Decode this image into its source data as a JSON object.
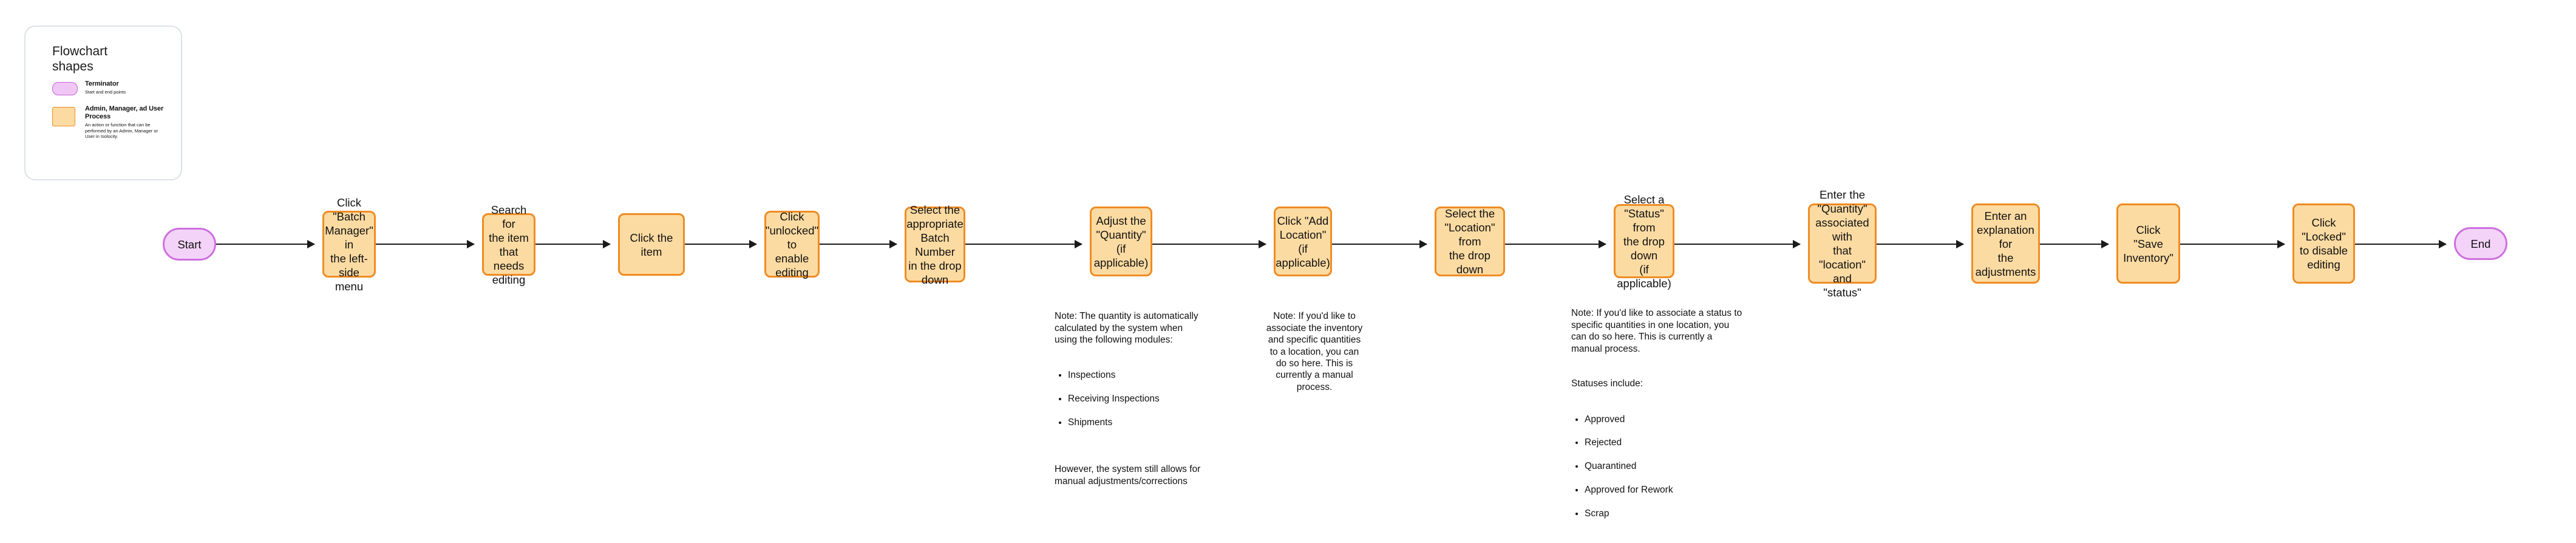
{
  "legend": {
    "title": "Flowchart\nshapes",
    "items": [
      {
        "shape": "terminator",
        "name": "Terminator",
        "description": "Start and end points"
      },
      {
        "shape": "process",
        "name": "Admin, Manager,\nad User Process",
        "description": "An action or function that can be performed by an Admin, Manager or User in Isolocity."
      }
    ]
  },
  "flow": {
    "nodes": [
      {
        "id": "start",
        "type": "terminator",
        "label": "Start"
      },
      {
        "id": "batch-manager",
        "type": "process",
        "label": "Click \"Batch\nManager\" in\nthe left-side\nmenu"
      },
      {
        "id": "search-item",
        "type": "process",
        "label": "Search for\nthe item that\nneeds editing"
      },
      {
        "id": "click-item",
        "type": "process",
        "label": "Click the item"
      },
      {
        "id": "unlock",
        "type": "process",
        "label": "Click\n\"unlocked\" to\nenable\nediting"
      },
      {
        "id": "batch-number",
        "type": "process",
        "label": "Select the\nappropriate\nBatch Number\nin the drop\ndown"
      },
      {
        "id": "adjust-qty",
        "type": "process",
        "label": "Adjust the\n\"Quantity\" (if\napplicable)"
      },
      {
        "id": "add-location",
        "type": "process",
        "label": "Click \"Add\nLocation\" (if\napplicable)"
      },
      {
        "id": "select-location",
        "type": "process",
        "label": "Select the\n\"Location\" from\nthe drop down"
      },
      {
        "id": "select-status",
        "type": "process",
        "label": "Select a\n\"Status\" from\nthe drop down\n(if applicable)"
      },
      {
        "id": "enter-qty",
        "type": "process",
        "label": "Enter the\n\"Quantity\"\nassociated with\nthat \"location\"\nand \"status\""
      },
      {
        "id": "explanation",
        "type": "process",
        "label": "Enter an\nexplanation for\nthe adjustments"
      },
      {
        "id": "save",
        "type": "process",
        "label": "Click \"Save\nInventory\""
      },
      {
        "id": "lock",
        "type": "process",
        "label": "Click \"Locked\"\nto disable\nediting"
      },
      {
        "id": "end",
        "type": "terminator",
        "label": "End"
      }
    ]
  },
  "notes": {
    "quantity": {
      "intro": "Note: The quantity is automatically\ncalculated by the system when\nusing the following modules:",
      "bullets": [
        "Inspections",
        "Receiving Inspections",
        "Shipments"
      ],
      "outro": "However, the system still allows for\nmanual adjustments/corrections"
    },
    "location": {
      "text": "Note: If you'd like to\nassociate the inventory\nand specific quantities\nto a location, you can\ndo so here.  This is\ncurrently a manual\nprocess."
    },
    "status": {
      "intro": "Note: If you'd like to associate a status to\nspecific quantities in one location, you\ncan do so here.  This is currently a\nmanual process.",
      "listHeader": "Statuses include:",
      "bullets": [
        "Approved",
        "Rejected",
        "Quarantined",
        "Approved for Rework",
        "Scrap"
      ]
    }
  },
  "colors": {
    "process_fill": "#fcdba2",
    "process_stroke": "#ef8c23",
    "terminator_fill": "#f3d4f8",
    "terminator_stroke": "#cf6fe0",
    "line": "#1a1a1a",
    "legend_border": "#dde1e6"
  }
}
